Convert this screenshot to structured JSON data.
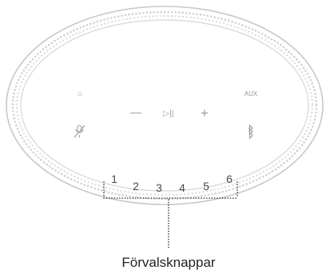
{
  "controls": {
    "action_symbol": "○",
    "aux_label": "AUX",
    "volume_down_symbol": "—",
    "play_pause_symbol": "▷||",
    "volume_up_symbol": "+"
  },
  "presets": [
    "1",
    "2",
    "3",
    "4",
    "5",
    "6"
  ],
  "callout": {
    "label": "Förvalsknappar"
  },
  "colors": {
    "speaker_outline": "#c8c8c8",
    "grille_dots": "#d0d0d0",
    "icon_gray": "#9a9a9a",
    "preset_text": "#4a4a4a",
    "bracket": "#333333",
    "label_text": "#222222"
  }
}
